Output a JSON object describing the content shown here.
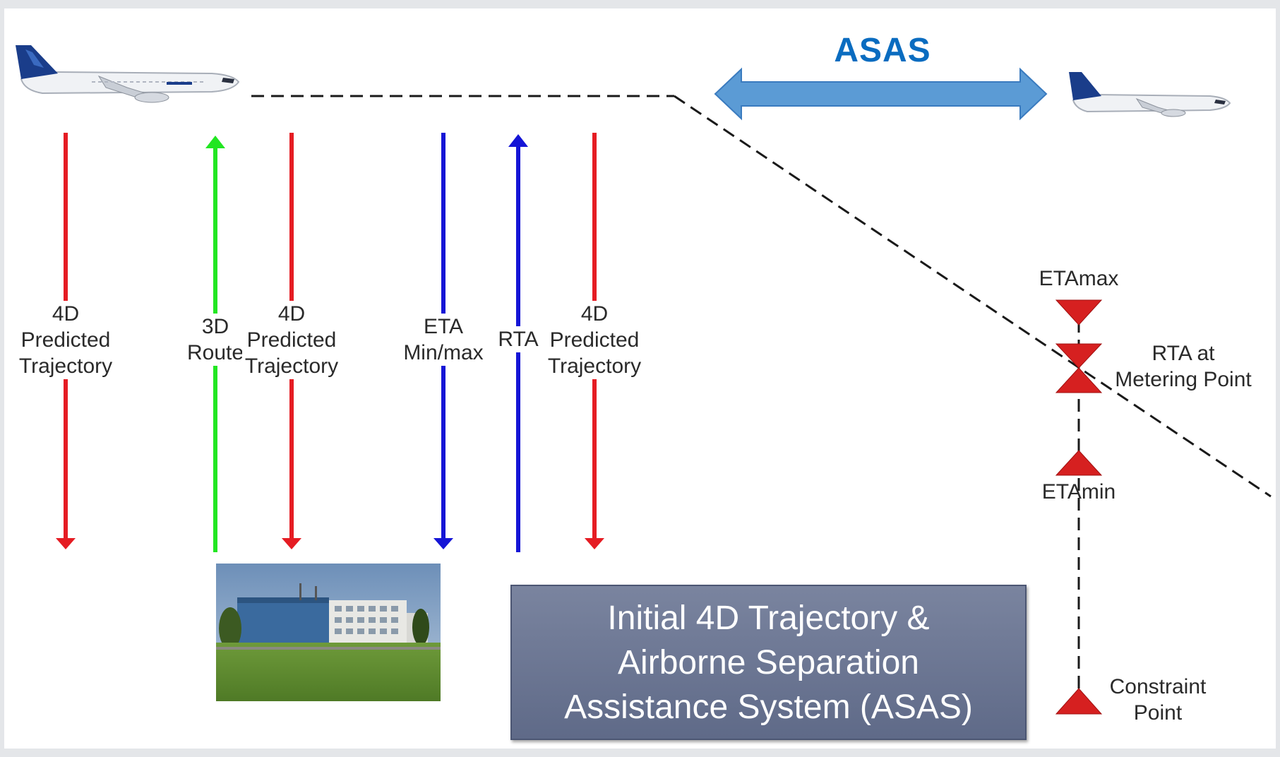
{
  "diagram": {
    "asas_label": "ASAS",
    "columns": [
      {
        "lines": [
          "4D",
          "Predicted",
          "Trajectory"
        ],
        "arrow": "down",
        "color": "#e51c23"
      },
      {
        "lines": [
          "3D",
          "Route"
        ],
        "arrow": "up",
        "color": "#22e622"
      },
      {
        "lines": [
          "4D",
          "Predicted",
          "Trajectory"
        ],
        "arrow": "down",
        "color": "#e51c23"
      },
      {
        "lines": [
          "ETA",
          "Min/max"
        ],
        "arrow": "down",
        "color": "#1515d6"
      },
      {
        "lines": [
          "RTA"
        ],
        "arrow": "up",
        "color": "#1515d6"
      },
      {
        "lines": [
          "4D",
          "Predicted",
          "Trajectory"
        ],
        "arrow": "down",
        "color": "#e51c23"
      }
    ],
    "markers": {
      "eta_max": "ETAmax",
      "rta_metering": [
        "RTA at",
        "Metering Point"
      ],
      "eta_min": "ETAmin",
      "constraint": [
        "Constraint",
        "Point"
      ]
    },
    "caption": [
      "Initial 4D Trajectory &",
      "Airborne Separation",
      "Assistance System (ASAS)"
    ],
    "colors": {
      "red_arrow": "#e51c23",
      "green_arrow": "#22e622",
      "blue_arrow": "#1515d6",
      "asas_arrow": "#5b9bd5",
      "asas_text": "#0a6cc0",
      "caption_box": "#6b7593",
      "marker": "#d62020"
    },
    "icons": [
      "aircraft-icon",
      "building-photo"
    ]
  }
}
